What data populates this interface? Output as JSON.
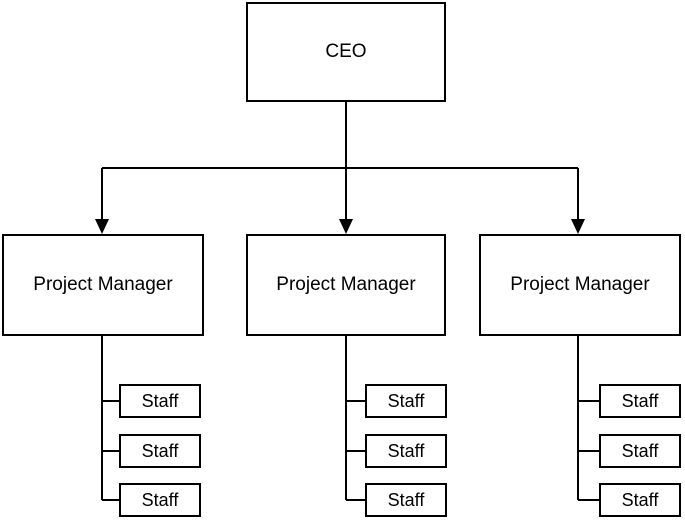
{
  "ceo": {
    "label": "CEO"
  },
  "managers": [
    {
      "label": "Project Manager",
      "staff": [
        "Staff",
        "Staff",
        "Staff"
      ]
    },
    {
      "label": "Project Manager",
      "staff": [
        "Staff",
        "Staff",
        "Staff"
      ]
    },
    {
      "label": "Project Manager",
      "staff": [
        "Staff",
        "Staff",
        "Staff"
      ]
    }
  ],
  "colors": {
    "stroke": "#000000",
    "fill": "#ffffff",
    "text": "#000000"
  }
}
